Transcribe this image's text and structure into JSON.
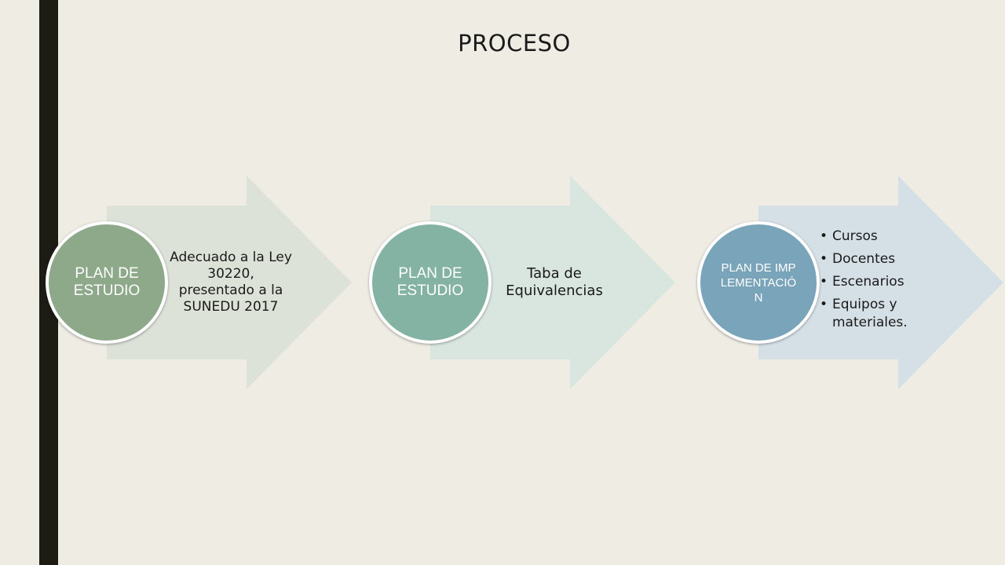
{
  "title": "PROCESO",
  "colors": {
    "background": "#efece4",
    "left_bar": "#1c1c14",
    "arrow_1": "#dde2d8",
    "arrow_2": "#d9e6e0",
    "arrow_3": "#d5e0e6",
    "circle_1": "#8da98a",
    "circle_2": "#84b2a3",
    "circle_3": "#7aa4ba"
  },
  "steps": [
    {
      "circle_label": "PLAN DE ESTUDIO",
      "arrow_text": "Adecuado a la Ley 30220, presentado a la SUNEDU 2017"
    },
    {
      "circle_label": "PLAN DE ESTUDIO",
      "arrow_text": "Taba de Equivalencias"
    },
    {
      "circle_label": "PLAN DE IMPLEMENTACIÓN",
      "arrow_items": [
        "Cursos",
        "Docentes",
        "Escenarios",
        "Equipos y materiales."
      ]
    }
  ]
}
